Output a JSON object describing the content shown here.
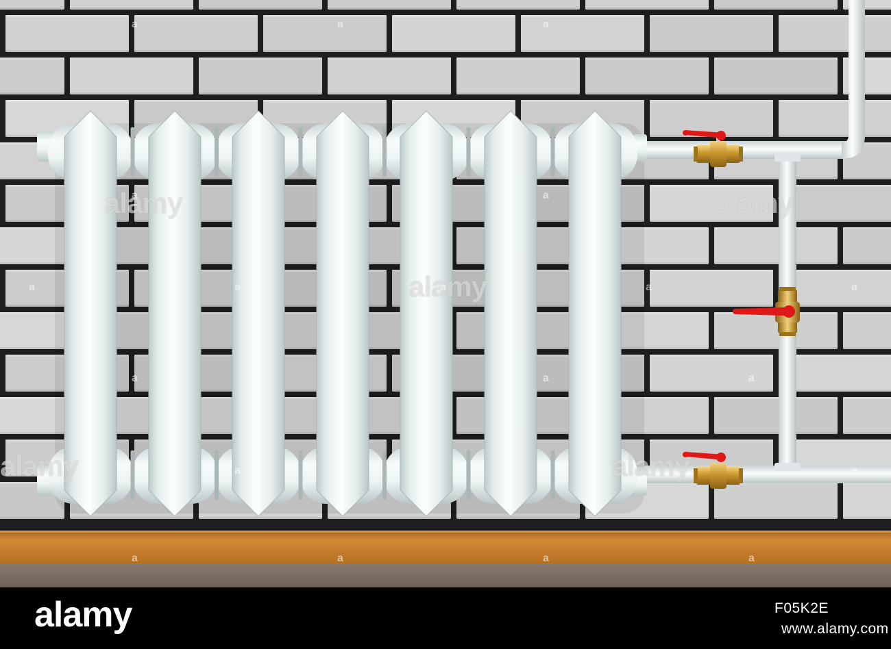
{
  "scene": {
    "subject": "white cast-iron radiator with seven sections mounted on a grey brick wall",
    "valves": {
      "count": 3,
      "body_color": "#d2a43a",
      "handle_color": "#e01818"
    },
    "pipe_color": "#e9eeef",
    "wall_color": "#d1d1d1",
    "mortar_color": "#1e1e1e",
    "baseboard_color": "#c77f2c",
    "floor_color": "#7d6e63"
  },
  "watermark": {
    "text": "alamy",
    "short": "a"
  },
  "footer": {
    "logo": "alamy",
    "image_id": "F05K2E",
    "url": "www.alamy.com"
  }
}
